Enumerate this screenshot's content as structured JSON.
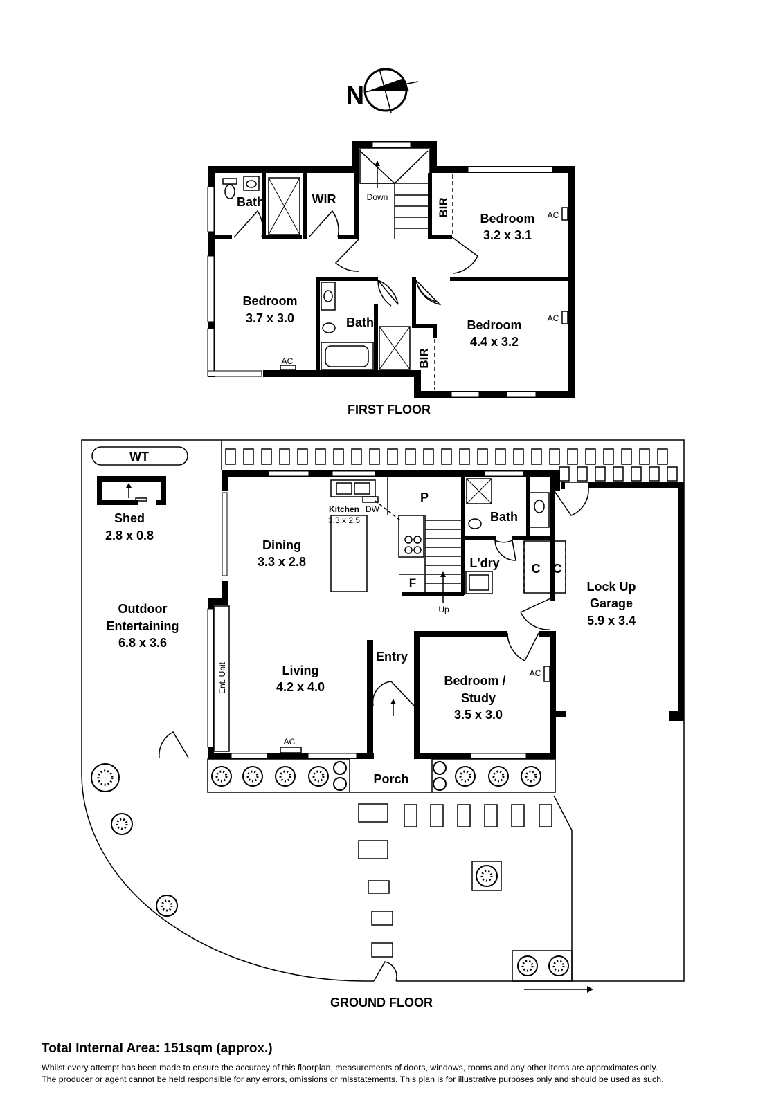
{
  "compass": {
    "letter": "N",
    "icon": "north-compass-icon"
  },
  "first_floor": {
    "title": "FIRST FLOOR",
    "rooms": {
      "bath_ensuite": {
        "name": "Bath"
      },
      "wir": {
        "name": "WIR"
      },
      "stairs_down": {
        "name": "Down"
      },
      "bir_1": {
        "name": "BIR"
      },
      "bedroom_1": {
        "name": "Bedroom",
        "size": "3.2 x 3.1",
        "ac": "AC"
      },
      "bedroom_2": {
        "name": "Bedroom",
        "size": "3.7 x 3.0",
        "ac": "AC"
      },
      "bath_main": {
        "name": "Bath"
      },
      "bir_2": {
        "name": "BIR"
      },
      "bedroom_3": {
        "name": "Bedroom",
        "size": "4.4 x 3.2",
        "ac": "AC"
      }
    }
  },
  "ground_floor": {
    "title": "GROUND FLOOR",
    "rooms": {
      "wt": {
        "name": "WT"
      },
      "shed": {
        "name": "Shed",
        "size": "2.8 x 0.8"
      },
      "outdoor": {
        "name1": "Outdoor",
        "name2": "Entertaining",
        "size": "6.8 x 3.6"
      },
      "kitchen": {
        "name": "Kitchen",
        "size": "3.3 x 2.5",
        "dw": "DW"
      },
      "pantry": {
        "name": "P"
      },
      "bath": {
        "name": "Bath"
      },
      "laundry": {
        "name": "L'dry"
      },
      "dining": {
        "name": "Dining",
        "size": "3.3 x 2.8"
      },
      "fridge": {
        "name": "F"
      },
      "stairs_up": {
        "name": "Up"
      },
      "cupboard_1": {
        "name": "C"
      },
      "cupboard_2": {
        "name": "C"
      },
      "garage": {
        "name1": "Lock Up",
        "name2": "Garage",
        "size": "5.9 x 3.4"
      },
      "entry": {
        "name": "Entry"
      },
      "living": {
        "name": "Living",
        "size": "4.2 x 4.0",
        "ac": "AC",
        "ent_unit": "Ent. Unit"
      },
      "study": {
        "name1": "Bedroom /",
        "name2": "Study",
        "size": "3.5 x 3.0",
        "ac": "AC"
      },
      "porch": {
        "name": "Porch"
      }
    }
  },
  "footer": {
    "total_area": "Total Internal Area: 151sqm (approx.)",
    "disclaimer_line1": "Whilst every attempt has been made to ensure the accuracy of this floorplan, measurements of doors, windows, rooms and any other items are approximates only.",
    "disclaimer_line2": "The producer or agent cannot be held responsible for any errors, omissions or misstatements. This plan is for illustrative purposes only and should be used as such."
  }
}
